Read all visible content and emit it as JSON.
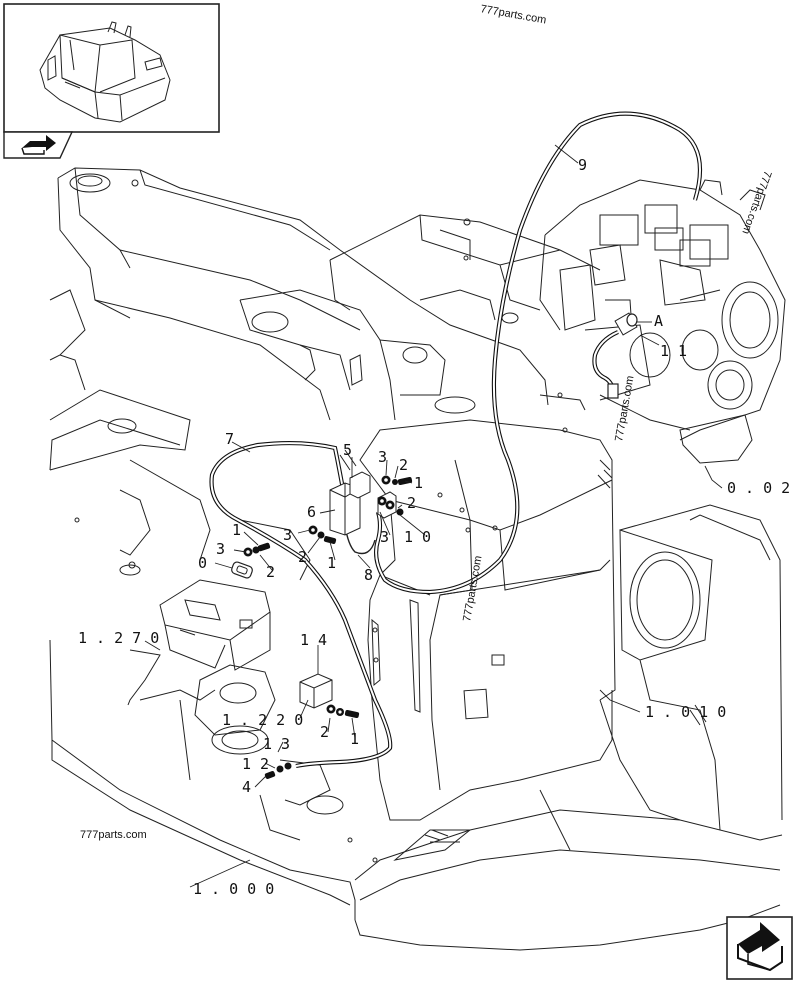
{
  "watermarks": [
    "777parts.com",
    "777parts.com",
    "777parts.com",
    "777parts.com"
  ],
  "callouts": [
    {
      "id": "c9",
      "text": "9"
    },
    {
      "id": "cA",
      "text": "A"
    },
    {
      "id": "c11",
      "text": "1 1"
    },
    {
      "id": "c0_02",
      "text": "0 . 0 2"
    },
    {
      "id": "c7",
      "text": "7"
    },
    {
      "id": "c5",
      "text": "5"
    },
    {
      "id": "c3a",
      "text": "3"
    },
    {
      "id": "c2a",
      "text": "2"
    },
    {
      "id": "c1a",
      "text": "1"
    },
    {
      "id": "c2b",
      "text": "2"
    },
    {
      "id": "c6",
      "text": "6"
    },
    {
      "id": "c3b",
      "text": "3"
    },
    {
      "id": "c3c",
      "text": "3"
    },
    {
      "id": "c10",
      "text": "1 0"
    },
    {
      "id": "c2c",
      "text": "2"
    },
    {
      "id": "c1b",
      "text": "1"
    },
    {
      "id": "c8",
      "text": "8"
    },
    {
      "id": "c1c",
      "text": "1"
    },
    {
      "id": "c3d",
      "text": "3"
    },
    {
      "id": "c0",
      "text": "0"
    },
    {
      "id": "c2d",
      "text": "2"
    },
    {
      "id": "c1_270",
      "text": "1 . 2 7 0"
    },
    {
      "id": "c14",
      "text": "1 4"
    },
    {
      "id": "c1_220",
      "text": "1 . 2 2 0"
    },
    {
      "id": "c13",
      "text": "1 3"
    },
    {
      "id": "c2e",
      "text": "2"
    },
    {
      "id": "c1d",
      "text": "1"
    },
    {
      "id": "c12",
      "text": "1 2"
    },
    {
      "id": "c4",
      "text": "4"
    },
    {
      "id": "c1_010",
      "text": "1 . 0 1 0"
    },
    {
      "id": "c1_000",
      "text": "1 . 0 0 0"
    }
  ],
  "icons": {
    "thumbnail": "excavator-cab-thumbnail-icon",
    "prev": "previous-page-arrow-icon",
    "next": "next-page-arrow-icon"
  },
  "colors": {
    "line": "#222222",
    "background": "#ffffff"
  }
}
